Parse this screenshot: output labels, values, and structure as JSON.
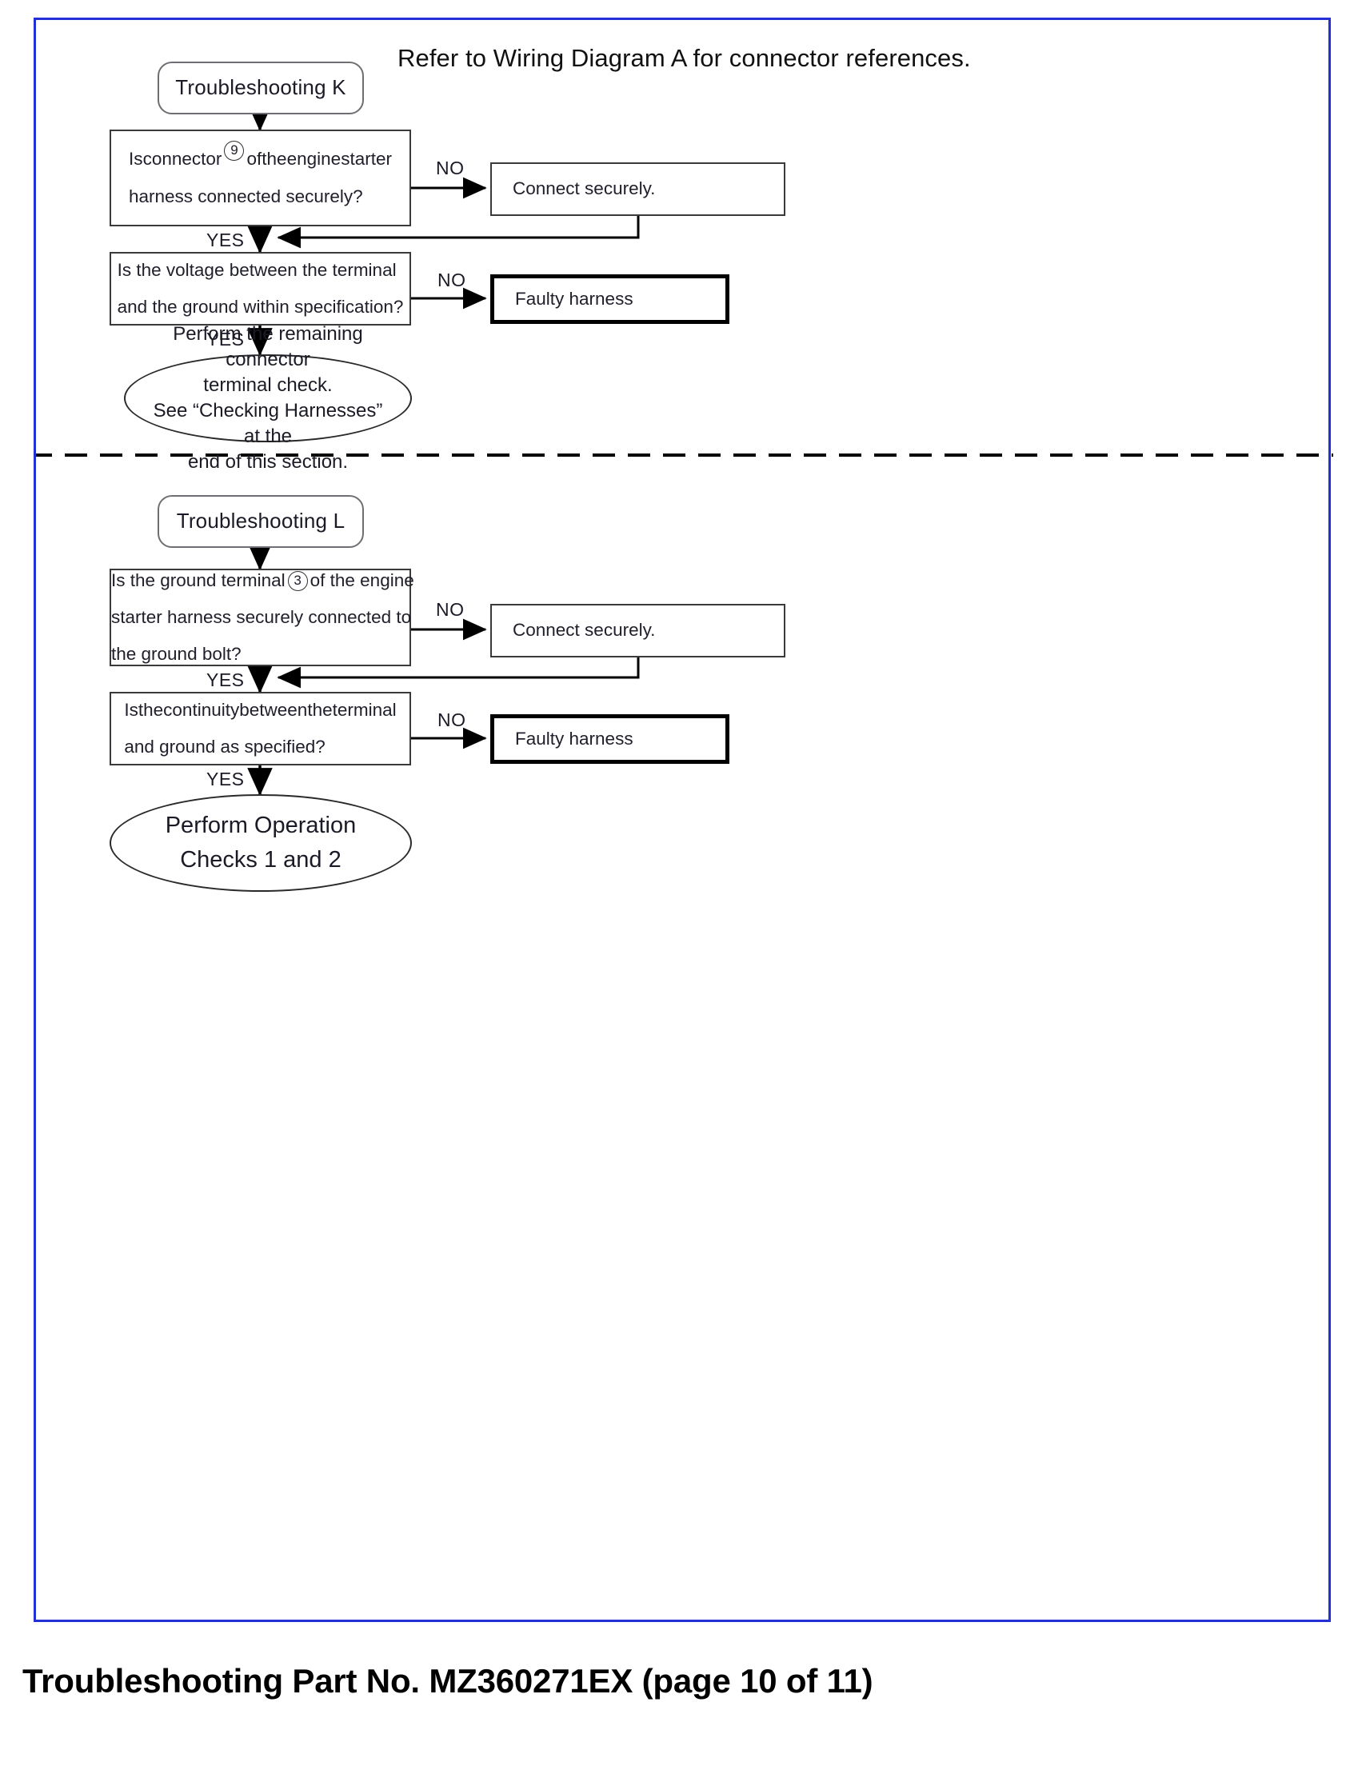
{
  "header": {
    "note": "Refer to Wiring Diagram A for connector references."
  },
  "footer": {
    "text": "Troubleshooting Part No. MZ360271EX (page 10 of 11)"
  },
  "colors": {
    "frame_border": "#2330d8",
    "node_border": "#3a3a3a",
    "stadium_border": "#6f6f73",
    "text": "#1b1b27",
    "bold_border": "#000000"
  },
  "sections": [
    {
      "id": "k",
      "start": {
        "label": "Troubleshooting K"
      },
      "q1": {
        "line1_a": "Is",
        "line1_b": "connector",
        "line1_circle": "9",
        "line1_c": "of",
        "line1_d": "the",
        "line1_e": "engine",
        "line1_f": "starter",
        "line2": "harness connected securely?"
      },
      "q1_no_label": "NO",
      "q1_yes_label": "YES",
      "q1_action": {
        "label": "Connect securely."
      },
      "q2": {
        "line1": "Is the voltage between the terminal",
        "line2": "and the ground within specification?"
      },
      "q2_no_label": "NO",
      "q2_yes_label": "YES",
      "q2_fault": {
        "label": "Faulty harness"
      },
      "end": {
        "line1": "Perform the remaining connector",
        "line2": "terminal check.",
        "line3": "See “Checking Harnesses” at the",
        "line4": "end of this section."
      }
    },
    {
      "id": "l",
      "start": {
        "label": "Troubleshooting L"
      },
      "q1": {
        "line1_a": "Is the ground terminal",
        "line1_circle": "3",
        "line1_b": "of the engine",
        "line2": "starter harness securely connected to",
        "line3": "the ground bolt?"
      },
      "q1_no_label": "NO",
      "q1_yes_label": "YES",
      "q1_action": {
        "label": "Connect securely."
      },
      "q2": {
        "line1_a": "Is",
        "line1_b": "the",
        "line1_c": "continuity",
        "line1_d": "between",
        "line1_e": "the",
        "line1_f": "terminal",
        "line2": "and ground as specified?"
      },
      "q2_no_label": "NO",
      "q2_yes_label": "YES",
      "q2_fault": {
        "label": "Faulty harness"
      },
      "end": {
        "line1": "Perform Operation",
        "line2": "Checks 1 and 2"
      }
    }
  ]
}
